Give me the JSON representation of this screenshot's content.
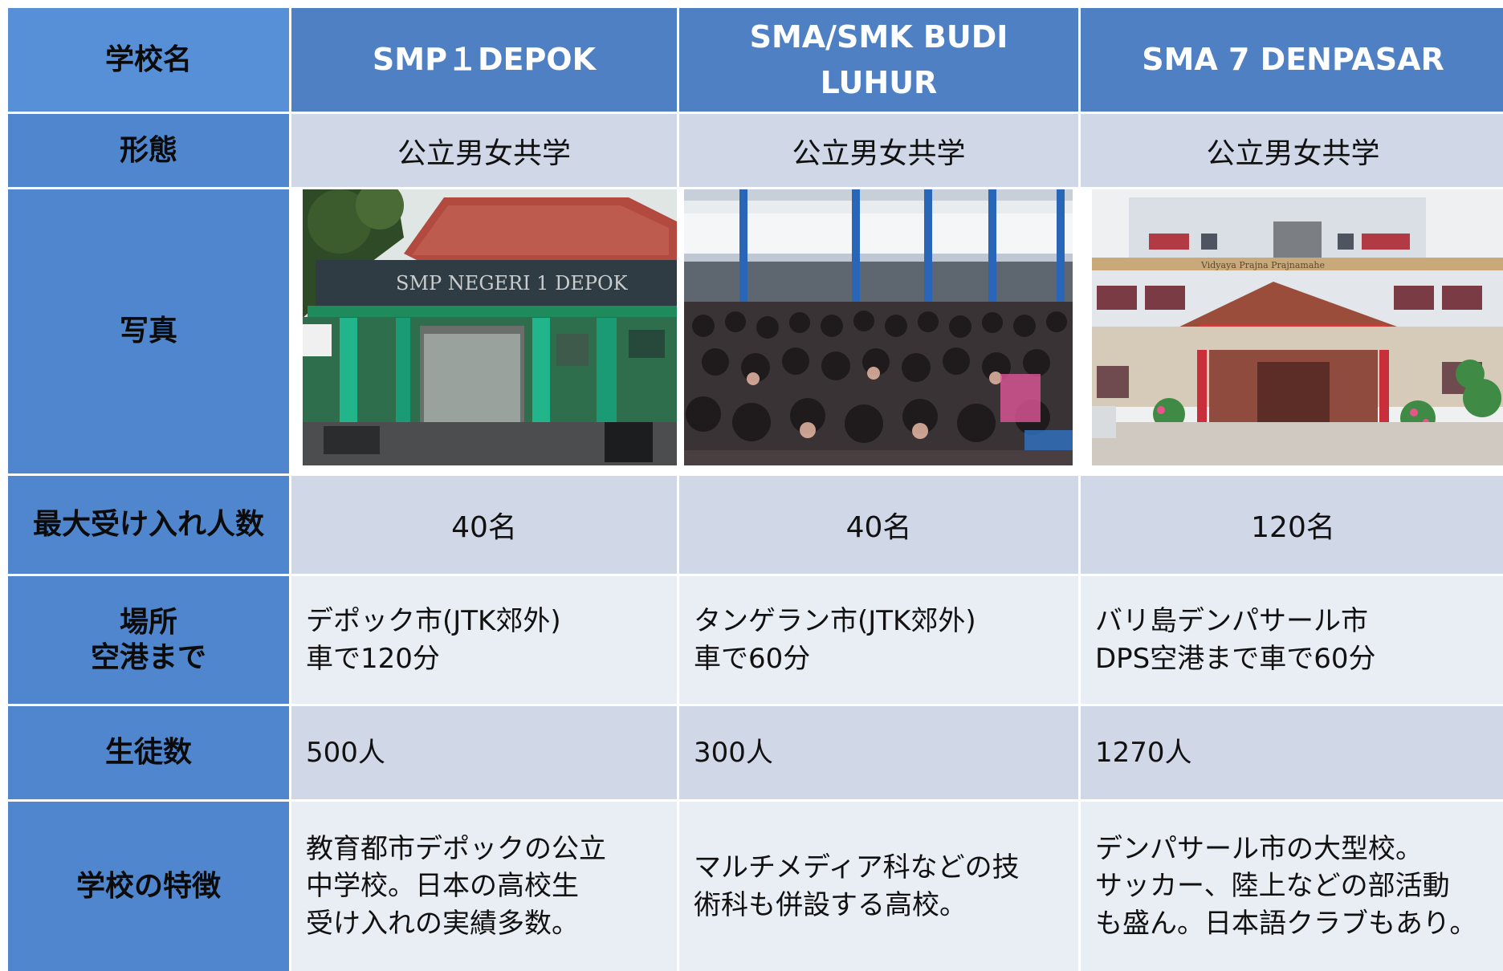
{
  "headers": {
    "corner": "学校名",
    "schools": [
      "SMP１DEPOK",
      "SMA/SMK BUDI LUHUR",
      "SMA 7 DENPASAR"
    ]
  },
  "rows": {
    "type": {
      "label": "形態",
      "values": [
        "公立男女共学",
        "公立男女共学",
        "公立男女共学"
      ]
    },
    "photo": {
      "label": "写真"
    },
    "capacity": {
      "label": "最大受け入れ人数",
      "values": [
        "40名",
        "40名",
        "120名"
      ]
    },
    "location": {
      "label_line1": "場所",
      "label_line2": "空港まで",
      "values": [
        {
          "line1": "デポック市(JTK郊外)",
          "line2": "車で120分"
        },
        {
          "line1": "タンゲラン市(JTK郊外)",
          "line2": "車で60分"
        },
        {
          "line1": "バリ島デンパサール市",
          "line2": "DPS空港まで車で60分"
        }
      ]
    },
    "students": {
      "label": "生徒数",
      "values": [
        "500人",
        "300人",
        "1270人"
      ]
    },
    "features": {
      "label": "学校の特徴",
      "values": [
        [
          "教育都市デポックの公立",
          "中学校。日本の高校生",
          "受け入れの実績多数。"
        ],
        [
          "マルチメディア科などの技",
          "術科も併設する高校。"
        ],
        [
          "デンパサール市の大型校。",
          "サッカー、陸上などの部活動",
          "も盛ん。日本語クラブもあり。"
        ]
      ]
    }
  },
  "photos": {
    "smp1_depok": {
      "signboard": "SMP NEGERI 1 DEPOK"
    },
    "sma7_denpasar": {
      "signboard": "Vidyaya Prajna Prajnamahe"
    }
  },
  "colors": {
    "header_blue": "#4f80c3",
    "row_header_blue": "#4f86cd",
    "band_dark": "#d0d8e8",
    "band_light": "#e9edf4"
  }
}
